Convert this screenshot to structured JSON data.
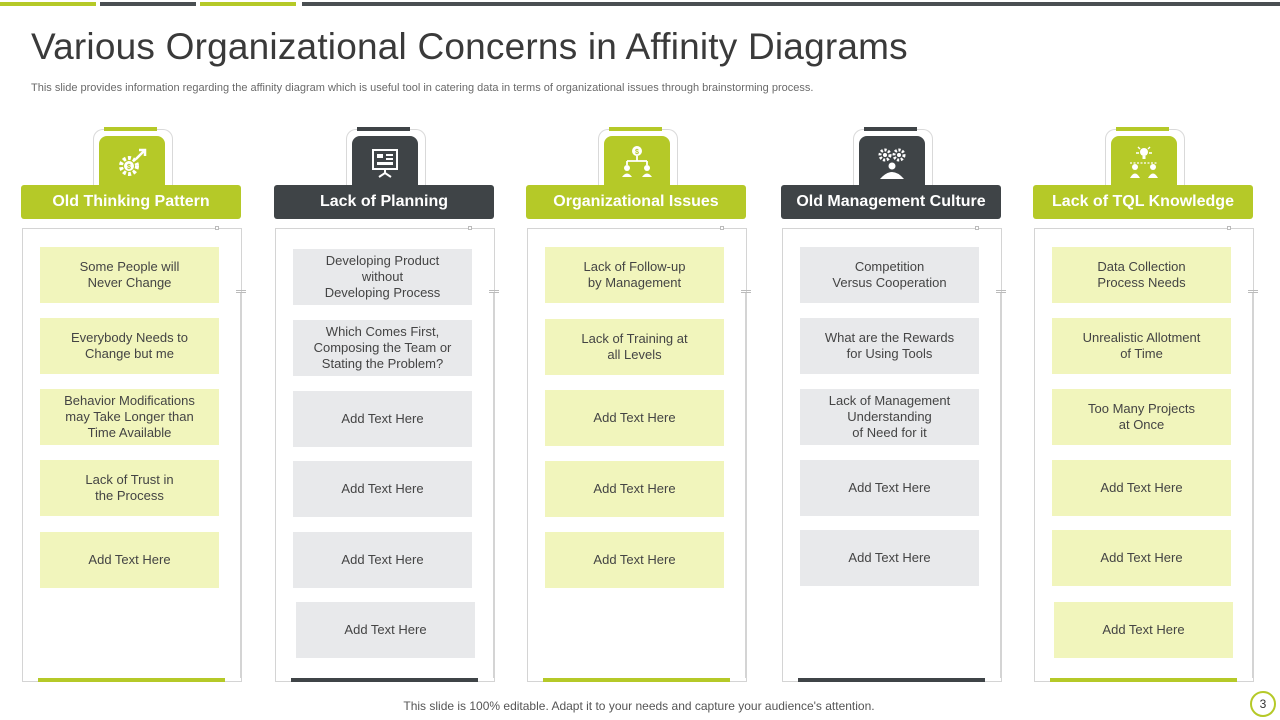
{
  "title": "Various Organizational Concerns in Affinity Diagrams",
  "subtitle": "This slide provides information regarding the affinity diagram which is useful tool in catering data in terms of organizational issues through brainstorming process.",
  "footer": "This slide is 100% editable. Adapt it to your needs and capture your audience's attention.",
  "page_number": "3",
  "colors": {
    "accent": "#b5c928",
    "dark": "#3f4447",
    "card_green": "#f1f5bc",
    "card_grey": "#e8e9eb"
  },
  "columns": [
    {
      "header": "Old Thinking Pattern",
      "theme": "green",
      "icon": "gear-growth-icon",
      "items": [
        "Some People will\nNever  Change",
        "Everybody  Needs to\nChange  but me",
        "Behavior  Modifications\nmay Take Longer  than\nTime  Available",
        "Lack of Trust  in\nthe Process",
        "Add Text Here"
      ]
    },
    {
      "header": "Lack of Planning",
      "theme": "dark",
      "icon": "presentation-board-icon",
      "items": [
        "Developing  Product\nwithout\nDeveloping  Process",
        "Which Comes First,\nComposing the Team or\nStating the Problem?",
        "Add Text Here",
        "Add Text Here",
        "Add Text Here",
        "Add Text Here"
      ]
    },
    {
      "header": "Organizational Issues",
      "theme": "green",
      "icon": "org-chart-dollar-icon",
      "items": [
        "Lack of Follow-up\nby Management",
        "Lack of Training  at\nall Levels",
        "Add Text Here",
        "Add Text Here",
        "Add Text Here"
      ]
    },
    {
      "header": "Old Management Culture",
      "theme": "dark",
      "icon": "team-gears-icon",
      "items": [
        "Competition\nVersus Cooperation",
        "What are the Rewards\nfor Using Tools",
        "Lack of Management\nUnderstanding\nof Need for it",
        "Add Text Here",
        "Add Text Here"
      ]
    },
    {
      "header": "Lack of TQL Knowledge",
      "theme": "green",
      "icon": "idea-people-icon",
      "items": [
        "Data Collection\nProcess Needs",
        "Unrealistic Allotment\nof Time",
        "Too Many Projects\nat Once",
        "Add Text Here",
        "Add Text Here",
        "Add Text Here"
      ]
    }
  ]
}
